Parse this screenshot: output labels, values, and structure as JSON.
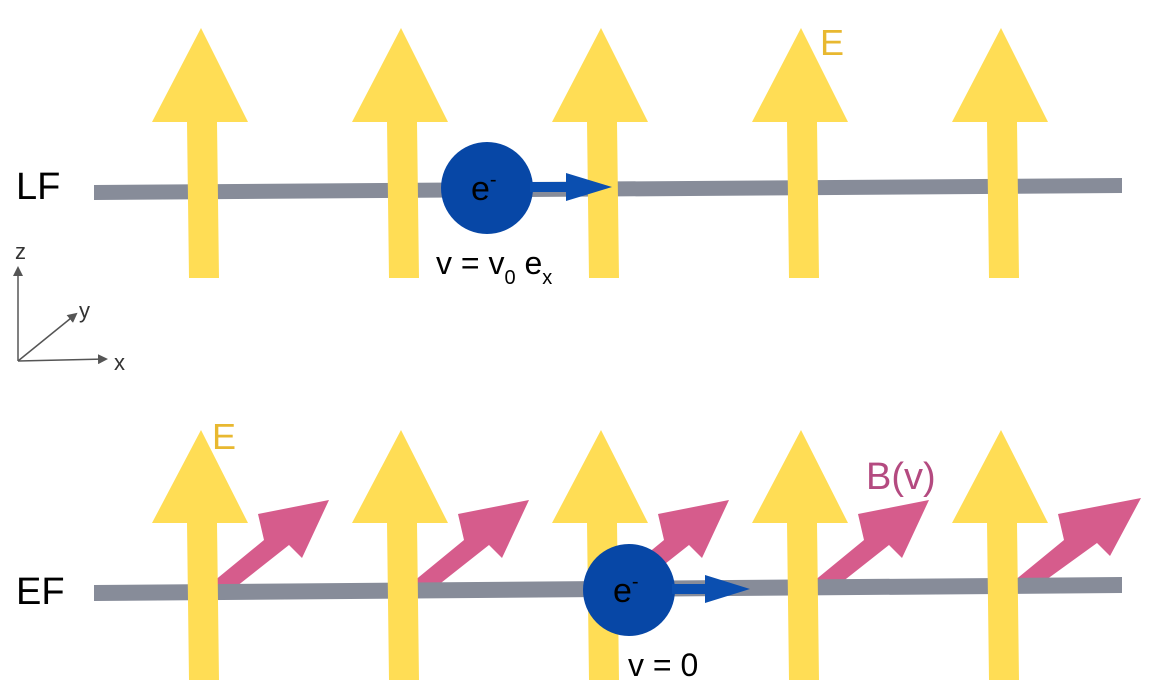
{
  "top_panel": {
    "frame_label": "LF",
    "field_label": "E",
    "electron": {
      "symbol": "e",
      "charge": "-"
    },
    "velocity": {
      "lhs": "v = v",
      "sub0": "0",
      "mid": " e",
      "subx": "x"
    }
  },
  "bottom_panel": {
    "frame_label": "EF",
    "field_label": "E",
    "magnetic_label": "B(v)",
    "electron": {
      "symbol": "e",
      "charge": "-"
    },
    "velocity": "v = 0"
  },
  "axes": {
    "z": "z",
    "y": "y",
    "x": "x"
  },
  "colors": {
    "efield": "#FFDD55",
    "efield_text": "#E8B830",
    "bfield": "#D65C8C",
    "bfield_text": "#B44A80",
    "electron": "#0747A6",
    "velocity_arrow": "#0B4FB0",
    "line": "#878C99",
    "axes": "#555555"
  }
}
